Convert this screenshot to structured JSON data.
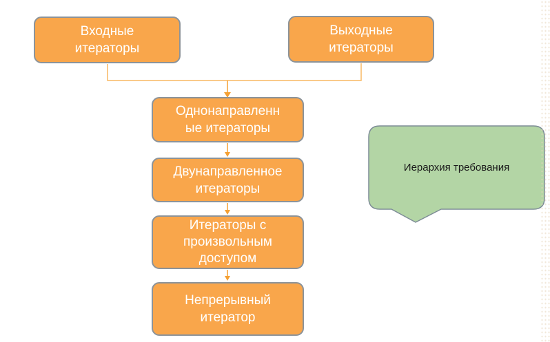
{
  "boxes": [
    {
      "label": "Входные\nитераторы"
    },
    {
      "label": "Выходные\nитераторы"
    },
    {
      "label": "Однонаправленн\nые итераторы"
    },
    {
      "label": "Двунаправленное\nитераторы"
    },
    {
      "label": "Итераторы с\nпроизвольным\nдоступом"
    },
    {
      "label": "Непрерывный\nитератор"
    }
  ],
  "callout": {
    "label": "Иерархия требования"
  },
  "colors": {
    "background": "#FFFFFF",
    "box_fill": "#F9A64B",
    "box_border": "#8C9399",
    "box_text": "#FFFFFF",
    "connector_line": "#F9B863",
    "arrow": "#F5A033",
    "callout_fill": "#B3D5A5",
    "callout_border": "#7D8C96",
    "callout_text": "#1A1A1A"
  }
}
